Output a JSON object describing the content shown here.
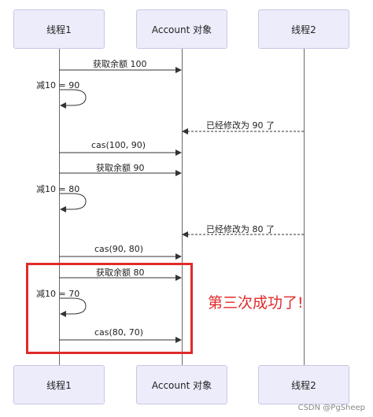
{
  "participants": {
    "top": [
      "线程1",
      "Account 对象",
      "线程2"
    ],
    "bottom": [
      "线程1",
      "Account 对象",
      "线程2"
    ]
  },
  "messages": [
    "获取余额 100",
    "减10 = 90",
    "已经修改为 90 了",
    "cas(100, 90)",
    "获取余额 90",
    "减10 = 80",
    "已经修改为 80 了",
    "cas(90, 80)",
    "获取余额 80",
    "减10 = 70",
    "cas(80, 70)"
  ],
  "annotation": "第三次成功了!",
  "footer": "CSDN @PgSheep",
  "colors": {
    "participant_fill": "#ececfb",
    "highlight": "#e12a2a"
  }
}
